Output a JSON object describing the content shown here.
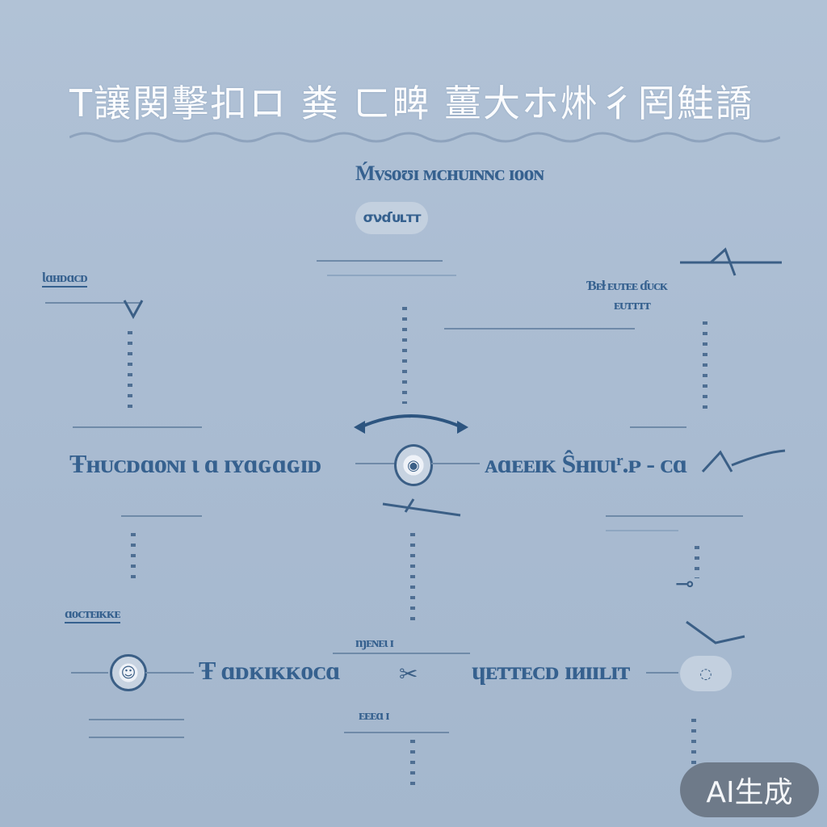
{
  "title": "T讓関擊扣ロ 粪 ㄈ㽡 薑大ホ烞彳罔鮭譑",
  "nodes": {
    "center_top": "Ḿᴠsᴏʊɪ ᴍᴄʜᴜɪɴɴᴄ ɪᴏᴏɴ",
    "top_sub": "σνɗᴜʟᴛᴛ",
    "left_top": "Ɩɑʜᴅɑᴄᴅ",
    "right_top_a": "Ɓᴇɫ ᴇᴜᴛᴇᴇ ɗᴜᴄᴋ",
    "right_top_b": "ᴇᴜᴛᴛᴛᴛ",
    "mid_left": "Ŧʜᴜᴄᴅɑᴏɴɪ ɩ ɑ ɪʏɑɢɑɢɪᴅ",
    "mid_right": "ᴀɑᴇᴇɪᴋ Ŝʜɪᴜɩʳ.ᴘ - ᴄɑ",
    "left_mid": "ɑᴏᴄᴛᴇɪᴋᴋᴇ",
    "bottom_center": "Ŧ ɑᴅᴋɪᴋᴋᴏᴄɑ",
    "bottom_right": "ɥᴇᴛᴛᴇᴄᴅ ɪᴎɪɪʟɪᴛ",
    "center_low": "ɱᴇɴᴇɩ ɪ",
    "bottom_mid": "ᴇᴇᴇɑ ɪ"
  },
  "watermark": "AI生成"
}
